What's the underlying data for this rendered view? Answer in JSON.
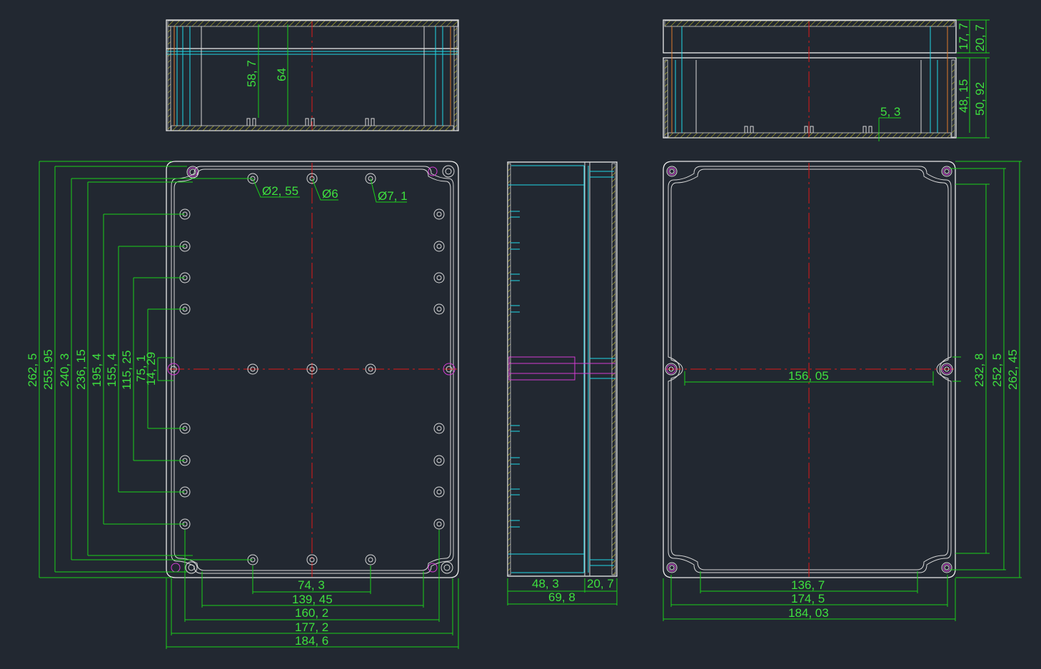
{
  "colors": {
    "background": "#222831",
    "outline": "#ececec",
    "dimension": "#19d019",
    "dimension_text": "#3ee03e",
    "centerline": "#e01818",
    "inner_cyan": "#20d8e8",
    "inner_magenta": "#d43cd4"
  },
  "dims": {
    "d_58_7": "58, 7",
    "d_64": "64",
    "d_17_7": "17, 7",
    "d_20_7_top": "20, 7",
    "d_48_15": "48, 15",
    "d_50_92": "50, 92",
    "d_5_3": "5, 3",
    "d_262_5": "262, 5",
    "d_255_95": "255, 95",
    "d_240_3": "240, 3",
    "d_236_15": "236, 15",
    "d_195_4": "195, 4",
    "d_155_4": "155, 4",
    "d_115_25": "115, 25",
    "d_75_1": "75, 1",
    "d_14_29": "14, 29",
    "dia_2_55": "Ø2, 55",
    "dia_6": "Ø6",
    "dia_7_1": "Ø7, 1",
    "d_74_3": "74, 3",
    "d_139_45": "139, 45",
    "d_160_2": "160, 2",
    "d_177_2": "177, 2",
    "d_184_6": "184, 6",
    "d_48_3": "48, 3",
    "d_20_7_side": "20, 7",
    "d_69_8": "69, 8",
    "d_156_05": "156, 05",
    "d_232_8": "232, 8",
    "d_252_5": "252, 5",
    "d_262_45": "262, 45",
    "d_136_7": "136, 7",
    "d_174_5": "174, 5",
    "d_184_03": "184, 03"
  }
}
